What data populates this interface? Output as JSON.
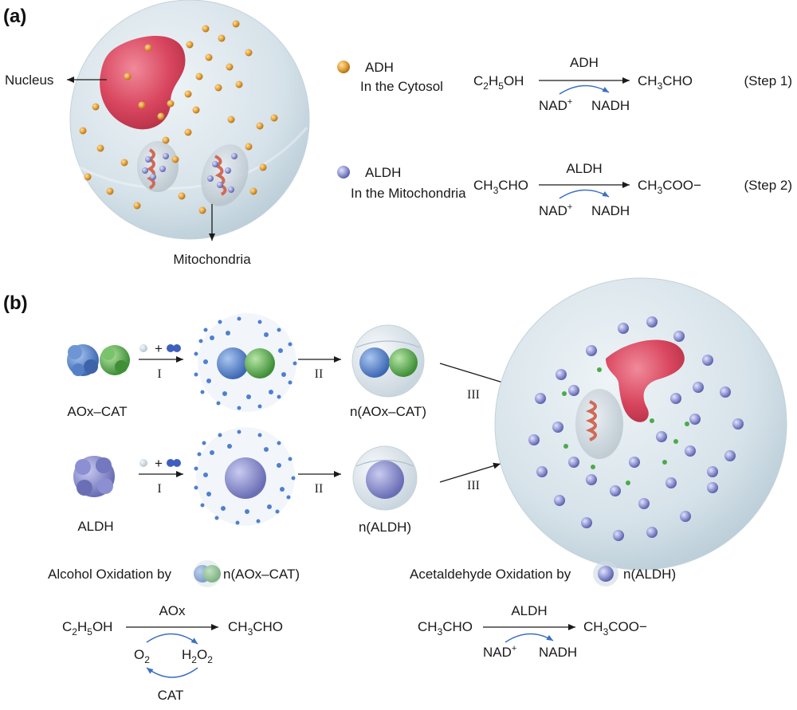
{
  "panel_a": {
    "label": "(a)",
    "nucleus_label": "Nucleus",
    "mitochondria_label": "Mitochondria",
    "legend": [
      {
        "title": "ADH",
        "subtitle": "In the Cytosol",
        "icon": "orange-sphere-icon",
        "color": "#e4a13c"
      },
      {
        "title": "ALDH",
        "subtitle": "In the Mitochondria",
        "icon": "purple-sphere-icon",
        "color": "#8a8fd0"
      }
    ],
    "reactions": [
      {
        "reactant": [
          "C",
          "2",
          "H",
          "5",
          "OH"
        ],
        "product": [
          "CH",
          "3",
          "CHO"
        ],
        "enzyme": "ADH",
        "cofactor_in": [
          "NAD",
          "+"
        ],
        "cofactor_out": "NADH",
        "step": "(Step 1)"
      },
      {
        "reactant": [
          "CH",
          "3",
          "CHO"
        ],
        "product": [
          "CH",
          "3",
          "COO−"
        ],
        "enzyme": "ALDH",
        "cofactor_in": [
          "NAD",
          "+"
        ],
        "cofactor_out": "NADH",
        "step": "(Step 2)"
      }
    ]
  },
  "panel_b": {
    "label": "(b)",
    "rows": [
      {
        "start_label": "AOx–CAT",
        "step1": "I",
        "step2": "II",
        "end_label": "n(AOx–CAT)",
        "step3": "III"
      },
      {
        "start_label": "ALDH",
        "step1": "I",
        "step2": "II",
        "end_label": "n(ALDH)",
        "step3": "III"
      }
    ],
    "plus_sign": "+",
    "oxidation": [
      {
        "caption": "Alcohol Oxidation by",
        "agent": "n(AOx–CAT)",
        "reactant": [
          "C",
          "2",
          "H",
          "5",
          "OH"
        ],
        "product": [
          "CH",
          "3",
          "CHO"
        ],
        "enzyme": "AOx",
        "left_species": [
          "O",
          "2"
        ],
        "right_species": [
          "H",
          "2",
          "O",
          "2"
        ],
        "recycle_enzyme": "CAT"
      },
      {
        "caption": "Acetaldehyde Oxidation by",
        "agent": "n(ALDH)",
        "reactant": [
          "CH",
          "3",
          "CHO"
        ],
        "product": [
          "CH",
          "3",
          "COO−"
        ],
        "enzyme": "ALDH",
        "cofactor_in": [
          "NAD",
          "+"
        ],
        "cofactor_out": "NADH"
      }
    ]
  },
  "colors": {
    "cell": "#d7e3ea",
    "nucleus": "#d9475f",
    "adh": "#e4a13c",
    "aldh": "#8a8fd0",
    "aox": "#4b78c2",
    "cat": "#55a84a",
    "arrow_blue": "#3a6fc4",
    "mito": "#d06a55"
  }
}
